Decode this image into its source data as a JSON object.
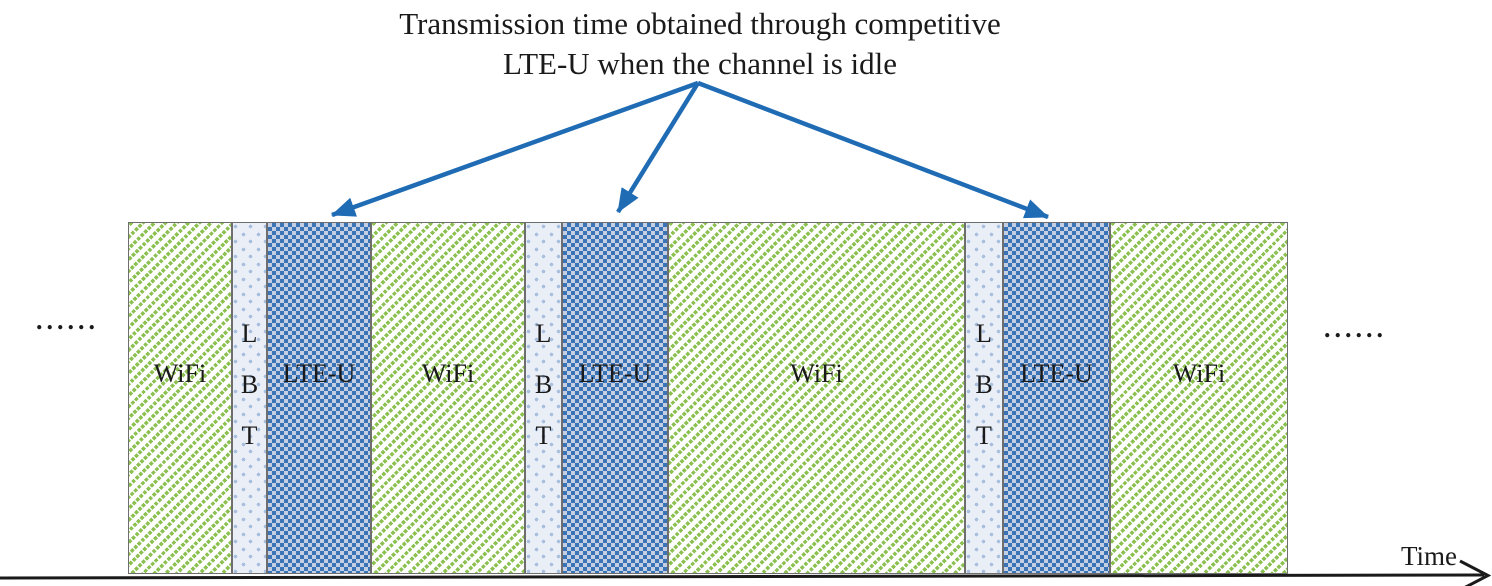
{
  "title": {
    "line1": "Transmission time obtained through competitive",
    "line2": "LTE-U when the channel is idle"
  },
  "axis": {
    "label": "Time"
  },
  "timeline": {
    "left_ellipsis": "......",
    "right_ellipsis": "......",
    "blocks": [
      {
        "id": "wifi-1",
        "type": "wifi",
        "label": "WiFi"
      },
      {
        "id": "lbt-1",
        "type": "lbt",
        "label": "LBT",
        "letters": [
          "L",
          "B",
          "T"
        ]
      },
      {
        "id": "lteu-1",
        "type": "lteu",
        "label": "LTE-U"
      },
      {
        "id": "wifi-2",
        "type": "wifi",
        "label": "WiFi"
      },
      {
        "id": "lbt-2",
        "type": "lbt",
        "label": "LBT",
        "letters": [
          "L",
          "B",
          "T"
        ]
      },
      {
        "id": "lteu-2",
        "type": "lteu",
        "label": "LTE-U"
      },
      {
        "id": "wifi-3",
        "type": "wifi",
        "label": "WiFi"
      },
      {
        "id": "lbt-3",
        "type": "lbt",
        "label": "LBT",
        "letters": [
          "L",
          "B",
          "T"
        ]
      },
      {
        "id": "lteu-3",
        "type": "lteu",
        "label": "LTE-U"
      },
      {
        "id": "wifi-4",
        "type": "wifi",
        "label": "WiFi"
      }
    ]
  },
  "colors": {
    "arrow_blue": "#1F6CB5",
    "wifi_green": "#8CC152",
    "lbt_bg": "#E9EEF7",
    "lbt_dot": "#A9BFDE",
    "lteu_blue": "#3A74B6",
    "lteu_bg": "#C4CFE4",
    "border_gray": "#6E6E6E",
    "axis_black": "#1A1A1A"
  }
}
